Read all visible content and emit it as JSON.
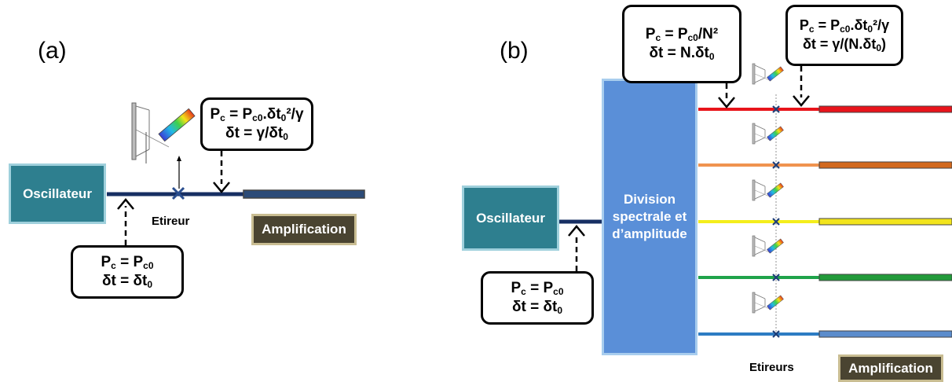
{
  "panel_a": {
    "label": "(a)",
    "oscillator": "Oscillateur",
    "stretcher_label": "Etireur",
    "amplification": "Amplification",
    "box_input": {
      "pc_main": "P",
      "pc_sub": "c",
      "pc_eq": " = P",
      "pc_eq_sub": "c0",
      "dt_main": "δt = δt",
      "dt_sub": "0"
    },
    "box_output": {
      "line1_a": "P",
      "line1_b": "c",
      "line1_c": " = P",
      "line1_d": "c0",
      "line1_e": ".δt",
      "line1_f": "0",
      "line1_g": "²/γ",
      "line2_a": "δt = γ/δt",
      "line2_b": "0"
    }
  },
  "panel_b": {
    "label": "(b)",
    "oscillator": "Oscillateur",
    "division_line1": "Division",
    "division_line2": "spectrale et",
    "division_line3": "d’amplitude",
    "stretchers_label": "Etireurs",
    "amplification": "Amplification",
    "box_input": {
      "pc_main": "P",
      "pc_sub": "c",
      "pc_eq": " = P",
      "pc_eq_sub": "c0",
      "dt_main": "δt = δt",
      "dt_sub": "0"
    },
    "box_mid": {
      "line1_a": "P",
      "line1_b": "c",
      "line1_c": " = P",
      "line1_d": "c0",
      "line1_e": "/N²",
      "line2_a": "δt = N.δt",
      "line2_b": "0"
    },
    "box_right": {
      "line1_a": "P",
      "line1_b": "c",
      "line1_c": " = P",
      "line1_d": "c0",
      "line1_e": ".δt",
      "line1_f": "0",
      "line1_g": "²/γ",
      "line2_a": "δt = γ/(N.δt",
      "line2_b": "0",
      "line2_c": ")"
    },
    "channel_colors": [
      "#e8141b",
      "#f0934f",
      "#f4ee1c",
      "#1fa34a",
      "#2d7cc3"
    ],
    "amp_colors": [
      "#e8141b",
      "#d2691e",
      "#f2e41c",
      "#229a3a",
      "#5b8ccc"
    ]
  },
  "colors": {
    "beam": "#172f63",
    "oscillator": "#2e7f8f",
    "division": "#5a8fd8",
    "amplifier_box": "#4a4431"
  }
}
